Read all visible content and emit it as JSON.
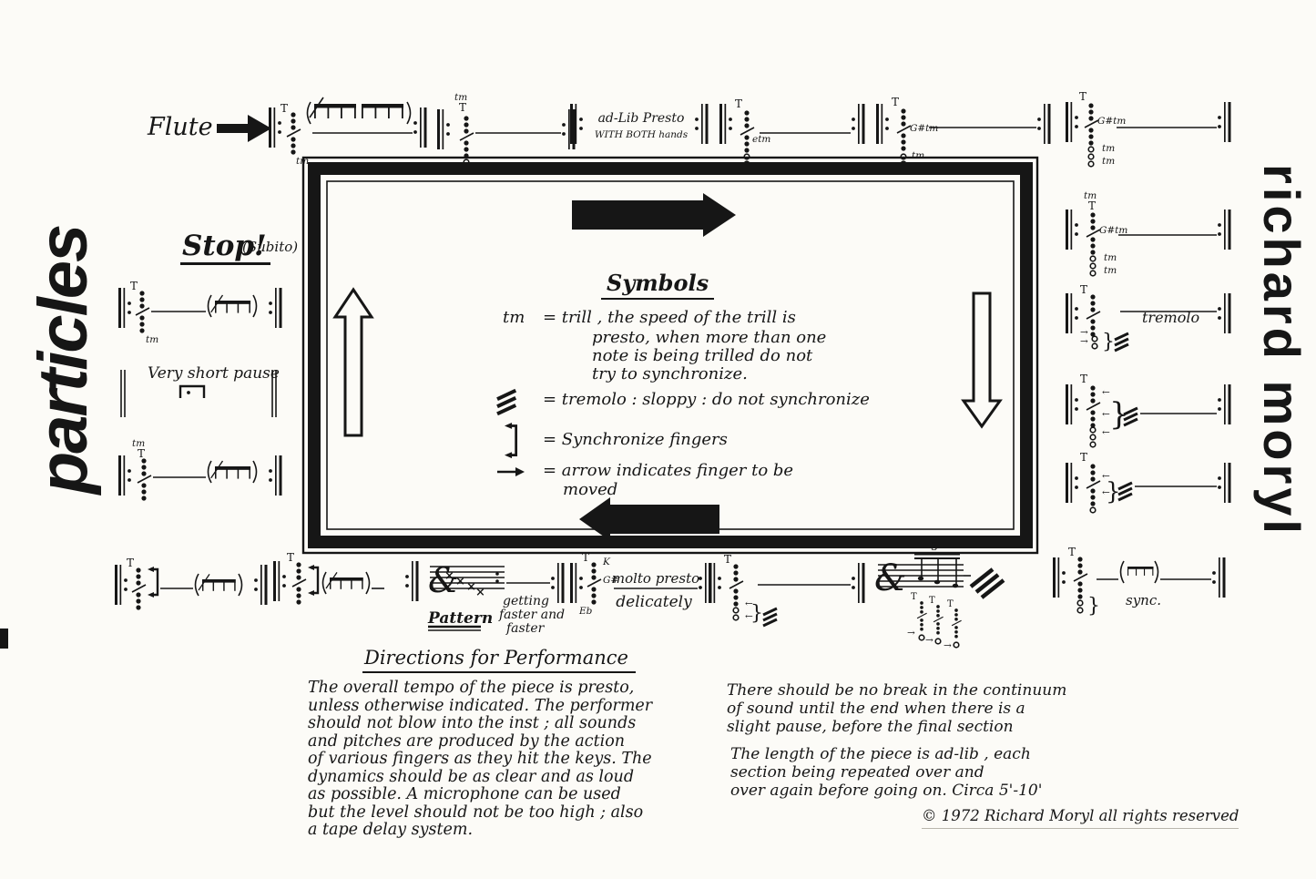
{
  "page": {
    "background": "#fcfbf7",
    "ink": "#161616"
  },
  "titles": {
    "left_vertical": "particles",
    "right_vertical": "richard moryl"
  },
  "flute_label": "Flute",
  "glyphs": {
    "t": "T",
    "tm": "tm",
    "gsharp_tm": "G#tm",
    "e_tm": "etm",
    "zero_o": "o",
    "three": "3",
    "k": "K",
    "gsharp": "G#",
    "e_flat": "Eb",
    "brace": "}",
    "arrow_left": "←",
    "arrow_right": "→",
    "x_note": "×",
    "clef": "&"
  },
  "cell_texts": {
    "ad_lib_line1": "ad-Lib  Presto",
    "ad_lib_line2": "WITH BOTH hands",
    "tremolo_label": "tremolo",
    "pattern_label": "Pattern",
    "getting": "getting",
    "faster_and": "faster and",
    "faster": "faster",
    "molto_presto": "molto presto",
    "delicately": "delicately",
    "sync_label": "sync."
  },
  "left_column": {
    "stop_label": "Stop!",
    "subito_label": "(Subito)",
    "very_short_pause": "Very short pause"
  },
  "symbols_panel": {
    "heading": "Symbols",
    "trill_symbol": "tm",
    "trill_lines": [
      "=  trill , the speed of the trill  is",
      "presto, when more than one",
      "note is being trilled do not",
      "try to synchronize."
    ],
    "tremolo_line": "=  tremolo  :  sloppy : do not synchronize",
    "sync_line": "=  Synchronize fingers",
    "arrow_line1": "=  arrow indicates finger to be",
    "arrow_line2": "moved"
  },
  "directions": {
    "heading": "Directions for Performance",
    "left_lines": [
      "The overall tempo of the piece is presto,",
      "unless otherwise indicated. The performer",
      "should not blow into the inst ;  all sounds",
      "and pitches are produced by the action",
      "of various fingers as they hit the keys. The",
      "dynamics should be as clear and as loud",
      "as possible.  A microphone can be used",
      "but the level should not be too high ;  also",
      "a tape delay system."
    ],
    "right_block1": [
      "There should be no break in the continuum",
      "of sound until the end when there is a",
      "slight pause, before the final section"
    ],
    "right_block2": [
      "The length of the piece is ad-lib , each",
      "section being repeated over and",
      "over again before going on.  Circa 5'-10'"
    ],
    "copyright": "© 1972   Richard Moryl    all rights reserved"
  }
}
